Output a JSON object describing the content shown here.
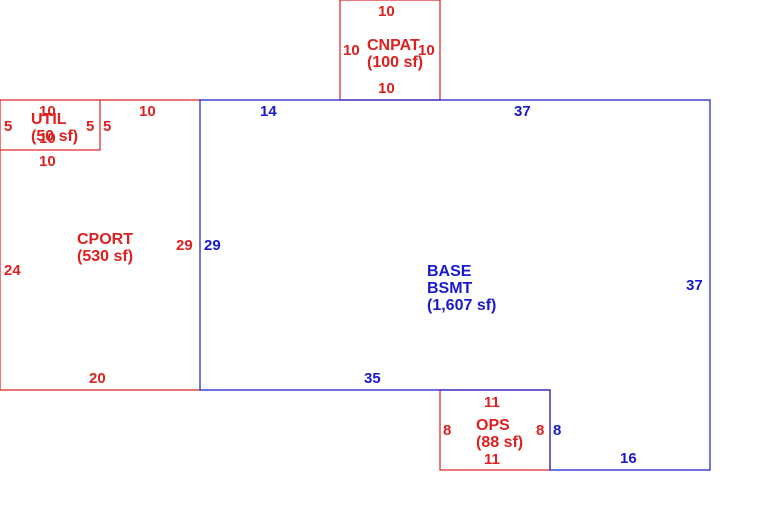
{
  "colors": {
    "base": "#1a1acc",
    "addon": "#dd2020"
  },
  "base": {
    "name_line1": "BASE",
    "name_line2": "BSMT",
    "area": "(1,607 sf)",
    "dims": {
      "top_left": "14",
      "top_right": "37",
      "left": "29",
      "right": "37",
      "bottom_left": "35",
      "bottom_right": "16",
      "right_lower": "8"
    }
  },
  "cport": {
    "name": "CPORT",
    "area": "(530 sf)",
    "dims": {
      "top": "10",
      "left": "24",
      "right": "29",
      "bottom": "20"
    }
  },
  "util": {
    "name": "UTIL",
    "area": "(50 sf)",
    "dims": {
      "top": "10",
      "top_overlap": "10",
      "left": "5",
      "right": "5",
      "right_outer": "5",
      "bottom": "10"
    }
  },
  "cnpat": {
    "name": "CNPAT",
    "area": "(100 sf)",
    "dims": {
      "top": "10",
      "left": "10",
      "right": "10",
      "bottom": "10"
    }
  },
  "ops": {
    "name": "OPS",
    "area": "(88 sf)",
    "dims": {
      "top": "11",
      "left": "8",
      "right": "8",
      "bottom": "11"
    }
  }
}
